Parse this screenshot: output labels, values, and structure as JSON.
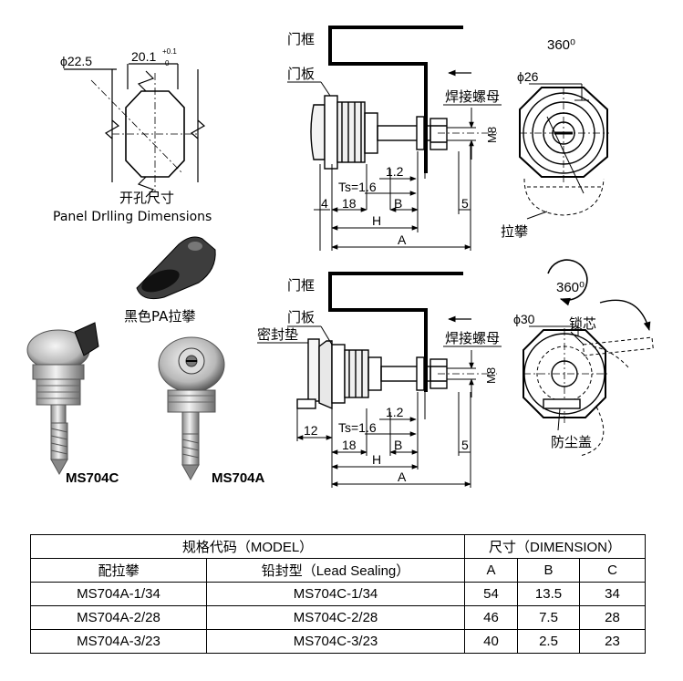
{
  "diagram_top": {
    "panel_drilling": {
      "dia_label": "ϕ22.5",
      "width_label": "20.1",
      "tol_upper": "+0.1",
      "tol_lower": "0",
      "title_cn": "开孔尺寸",
      "title_en": "Panel Drlling Dimensions"
    },
    "door_frame": "门框",
    "door_panel": "门板",
    "weld_nut": "焊接螺母",
    "thread": "M8",
    "rotation": "360⁰",
    "outer_dia": "ϕ26",
    "handle": "拉攀",
    "dims": {
      "d12": "1.2",
      "ts": "Ts=1.6",
      "d4": "4",
      "d18": "18",
      "b": "B",
      "h": "H",
      "a": "A",
      "d5": "5"
    }
  },
  "product_labels": {
    "pa_handle": "黑色PA拉攀",
    "model_c": "MS704C",
    "model_a": "MS704A"
  },
  "diagram_bottom": {
    "door_frame": "门框",
    "door_panel": "门板",
    "seal_gasket": "密封垫",
    "weld_nut": "焊接螺母",
    "thread": "M8",
    "rotation": "360⁰",
    "outer_dia": "ϕ30",
    "lock_core": "锁芯",
    "dust_cover": "防尘盖",
    "dims": {
      "d12": "12",
      "d12b": "1.2",
      "ts": "Ts=1.6",
      "d18": "18",
      "b": "B",
      "h": "H",
      "a": "A",
      "d5": "5"
    }
  },
  "table": {
    "model_header": "规格代码（MODEL）",
    "dimension_header": "尺寸（DIMENSION）",
    "col_handle": "配拉攀",
    "col_lead": "铅封型（Lead Sealing）",
    "col_a": "A",
    "col_b": "B",
    "col_c": "C",
    "rows": [
      {
        "handle": "MS704A-1/34",
        "lead": "MS704C-1/34",
        "a": "54",
        "b": "13.5",
        "c": "34"
      },
      {
        "handle": "MS704A-2/28",
        "lead": "MS704C-2/28",
        "a": "46",
        "b": "7.5",
        "c": "28"
      },
      {
        "handle": "MS704A-3/23",
        "lead": "MS704C-3/23",
        "a": "40",
        "b": "2.5",
        "c": "23"
      }
    ]
  }
}
